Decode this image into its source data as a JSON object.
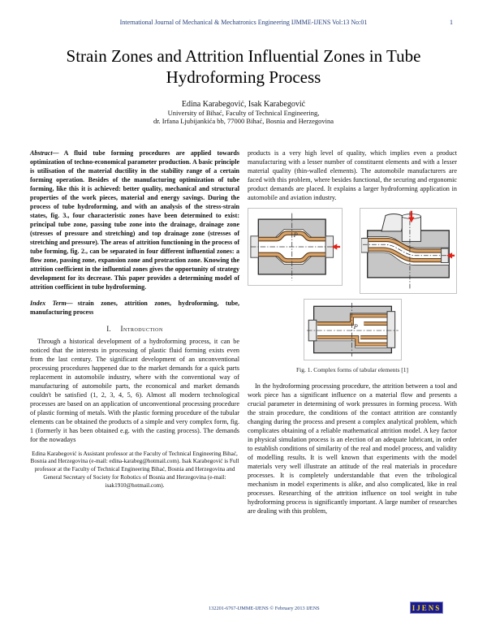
{
  "header": {
    "journal_line": "International Journal of Mechanical & Mechatronics Engineering IJMME-IJENS Vol:13 No:01",
    "page_number": "1"
  },
  "title": "Strain Zones and Attrition Influential Zones in Tube Hydroforming Process",
  "byline": {
    "authors": "Edina Karabegović, Isak Karabegović",
    "affiliation_line1": "University of Bihać, Faculty of Technical Engineering,",
    "affiliation_line2": "dr. Irfana Ljubijankića bb, 77000 Bihać, Bosnia and Herzegovina"
  },
  "abstract": {
    "label": "Abstract—",
    "text": "A fluid tube forming procedures are applied towards optimization of techno-economical parameter production. A basic principle is utilisation of the material ductility in the stability range of a certain forming operation. Besides of the manufacturing optimization of tube forming, like this it is achieved: better quality, mechanical and structural properties of the work pieces, material and energy savings. During the process of tube hydroforming, and with an analysis of the stress-strain states, fig. 3., four characteristic zones have been determined to exist: principal tube zone, passing tube zone into the drainage, drainage zone (stresses of pressure and stretching) and top drainage zone (stresses of stretching and pressure). The areas of attrition functioning in the process of tube forming, fig. 2., can be separated in four different influential zones: a flow zone, passing zone, expansion zone and protraction zone. Knowing the attrition coefficient in the influential zones gives the opportunity of strategy development for its decrease. This paper provides a determining model of attrition coefficient in tube hydroforming."
  },
  "index_terms": {
    "label": "Index Term—",
    "text": "strain zones, attrition zones, hydroforming, tube, manufacturing process"
  },
  "introduction": {
    "number": "I.",
    "heading": "Introduction",
    "body": "Through a historical development of a hydroforming process, it can be noticed that the interests in processing of plastic fluid forming exists even from the last century. The significant development of an unconventional processing procedures happened due to the market demands for a quick parts replacement in automobile industry, where with the conventional way of manufacturing of automobile parts, the economical and market demands couldn't be satisfied (1, 2, 3, 4, 5, 6). Almost all modern technological processes are based on an application of unconventional processing procedure of plastic forming of metals. With the plastic forming procedure of the tubular elements can be obtained the products of a simple and very complex form, fig. 1 (formerly it has been obtained e.g. with the casting process). The demands for the nowadays"
  },
  "footnote": {
    "text": "Edina Karabegović is Assistant professor at the Faculty of Technical Engineering Bihać, Bosnia and Herzegovina (e-mail: edina-karabeg@hotmail.com). Isak Karabegović is Full professor at the Faculty of Technical Engineering Bihać, Bosnia and Herzegovina and General Secretary of Society for Robotics of Bosnia and Herzegovina (e-mail: isak1910@hotmail.com)."
  },
  "right_column": {
    "paragraph1": "products is a very high level of quality, which implies even a product manufacturing with a lesser number of constituent elements and with a lesser material quality (thin-walled elements). The automobile manufacturers are faced with this problem, where besides functional, the securing and ergonomic product demands are placed. It explains a larger hydroforming application in automobile and aviation industry.",
    "paragraph2": "In the hydroforming processing procedure, the attrition between a tool and work piece has a significant influence on a material flow and presents a crucial parameter in determining of work pressures in forming process. With the strain procedure, the conditions of the contact attrition are constantly changing during the process and present a complex analytical problem, which complicates obtaining of a reliable mathematical attrition model. A key factor in physical simulation process is an election of an adequate lubricant, in order to establish conditions of similarity of the real and model process, and validity of modelling results. It is well known that experiments with the model materials very well illustrate an attitude of the real materials in procedure processes. It is completely understandable that even the tribological mechanism in model experiments is alike, and also complicated, like in real processes. Researching of the attrition influence on tool weight in tube hydroforming process is significantly important. A large number of researches are dealing with this problem,"
  },
  "figure": {
    "caption": "Fig. 1.  Complex forms of tabular elements  [1]",
    "pressure_label": "P",
    "subfigures": [
      "die-with-axial-bulge",
      "die-with-vertical-punch",
      "die-with-stepped-branch"
    ]
  },
  "footer": {
    "copyright": "132201-6767-IJMME-IJENS © February 2013 IJENS",
    "logo_text": "IJENS"
  },
  "colors": {
    "header_blue": "#26427c",
    "logo_navy": "#1a1a90",
    "logo_yellow": "#f5d316",
    "die_gray": "#c6c6c6",
    "tube_tan": "#d9a368",
    "arrow_red": "#e32119"
  }
}
